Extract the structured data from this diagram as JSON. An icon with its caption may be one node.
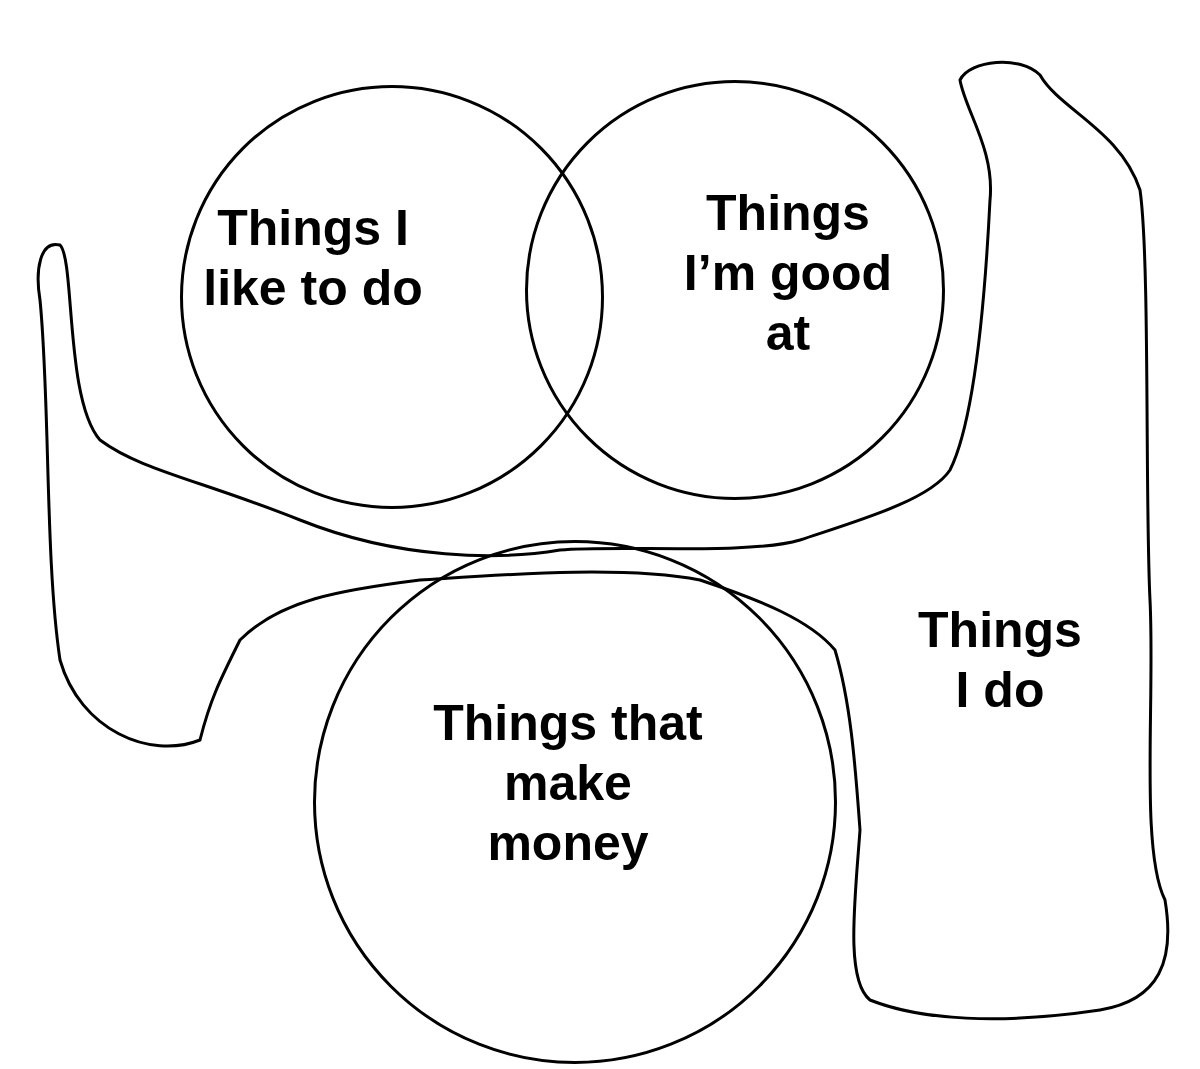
{
  "diagram": {
    "nodes": [
      {
        "text": [
          "Things I like to do"
        ]
      },
      {
        "text": [
          "Things I’m good at"
        ]
      },
      {
        "text": [
          "Things that make money"
        ]
      },
      {
        "text": [
          "Things I do"
        ]
      }
    ]
  }
}
